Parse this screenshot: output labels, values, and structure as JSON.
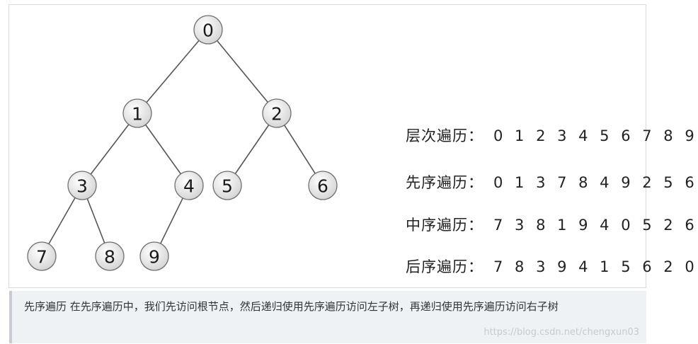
{
  "tree": {
    "nodes": [
      {
        "id": "0"
      },
      {
        "id": "1"
      },
      {
        "id": "2"
      },
      {
        "id": "3"
      },
      {
        "id": "4"
      },
      {
        "id": "5"
      },
      {
        "id": "6"
      },
      {
        "id": "7"
      },
      {
        "id": "8"
      },
      {
        "id": "9"
      }
    ],
    "edges": [
      [
        "0",
        "1"
      ],
      [
        "0",
        "2"
      ],
      [
        "1",
        "3"
      ],
      [
        "1",
        "4"
      ],
      [
        "2",
        "5"
      ],
      [
        "2",
        "6"
      ],
      [
        "3",
        "7"
      ],
      [
        "3",
        "8"
      ],
      [
        "4",
        "9"
      ]
    ]
  },
  "traversals": [
    {
      "label": "层次遍历：",
      "sequence": "0123456789"
    },
    {
      "label": "先序遍历：",
      "sequence": "0137849256"
    },
    {
      "label": "中序遍历：",
      "sequence": "7381940526"
    },
    {
      "label": "后序遍历：",
      "sequence": "7839415620"
    }
  ],
  "caption": {
    "text": "先序遍历 在先序遍历中，我们先访问根节点，然后递归使用先序遍历访问左子树，再递归使用先序遍历访问右子树"
  },
  "watermark": "https://blog.csdn.net/chengxun03",
  "colors": {
    "node_fill_light": "#ffffff",
    "node_fill_dark": "#d6d6d6",
    "edge": "#555555",
    "caption_bg": "#eff2f5",
    "caption_border": "#c7ccd4"
  }
}
